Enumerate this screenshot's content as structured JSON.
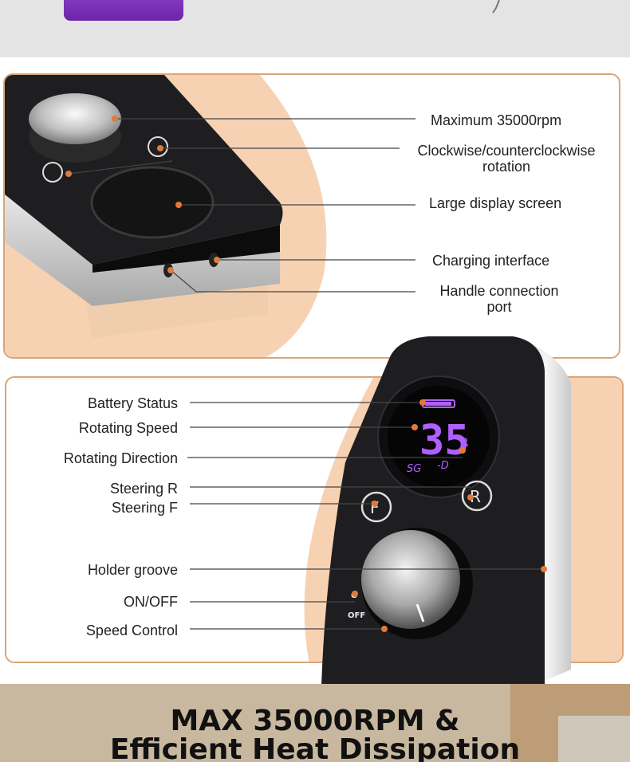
{
  "panel1": {
    "labels": [
      "Maximum 35000rpm",
      "Clockwise/counterclockwise\nrotation",
      "Large display screen",
      "Charging interface",
      "Handle connection\nport"
    ]
  },
  "panel2": {
    "labels": [
      "Battery Status",
      "Rotating Speed",
      "Rotating Direction",
      "Steering R",
      "Steering F",
      "Holder groove",
      "ON/OFF",
      "Speed Control"
    ],
    "display": {
      "speed": "35",
      "dir_r": "R",
      "mode_sg": "SG",
      "mode_d": "-D"
    },
    "buttons": {
      "f": "F",
      "r": "R"
    }
  },
  "banner": {
    "line1": "MAX 35000RPM &",
    "line2": "Efficient Heat Dissipation"
  },
  "colors": {
    "accent": "#d9a67a",
    "peach": "#f6d2b3",
    "display_purple": "#b060ff",
    "device_black": "#1e1e20"
  }
}
